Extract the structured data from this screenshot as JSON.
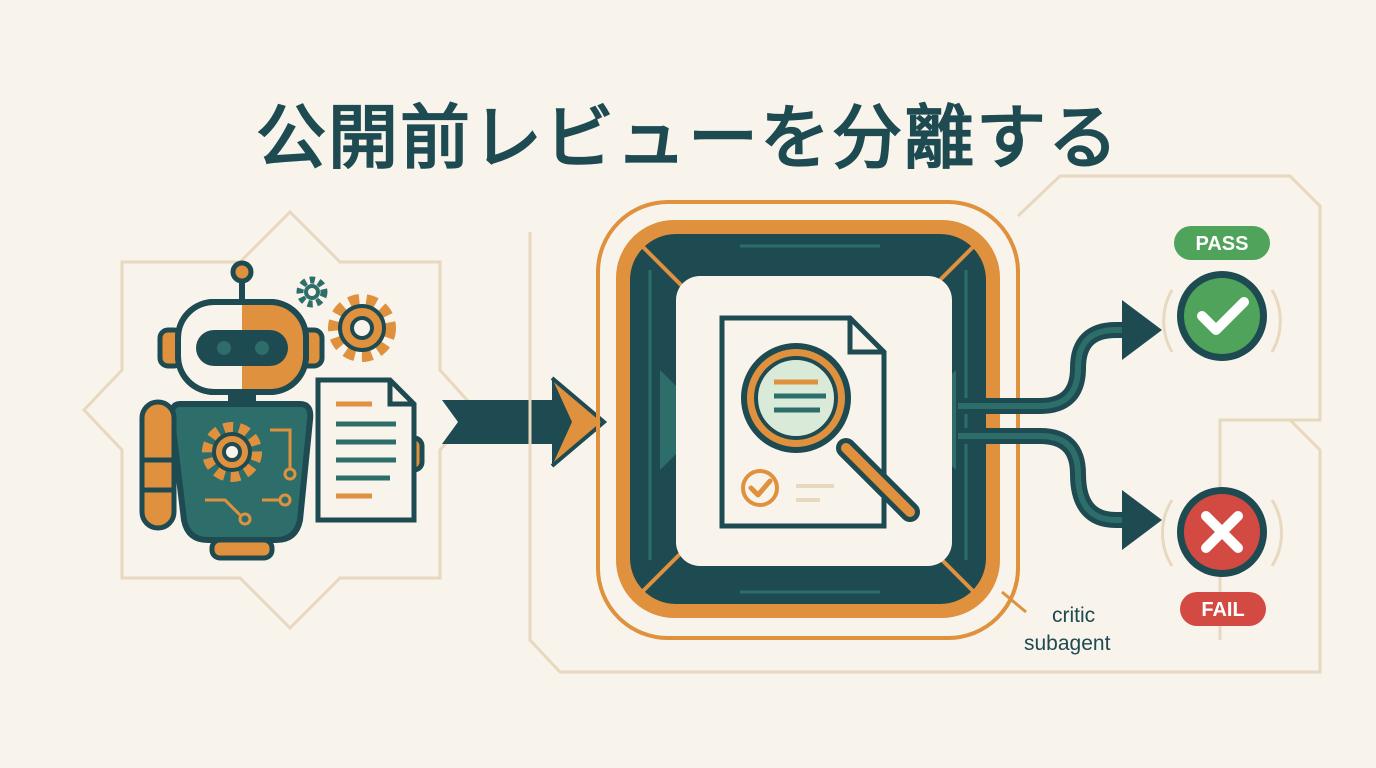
{
  "title": "公開前レビューを分離する",
  "reviewer_caption_line1": "critic",
  "reviewer_caption_line2": "subagent",
  "pass_label": "PASS",
  "fail_label": "FAIL",
  "colors": {
    "background": "#f8f4ec",
    "teal_dark": "#1e4a52",
    "teal": "#2e6e6a",
    "orange": "#e0913e",
    "pass_green": "#4fa35a",
    "fail_red": "#d24a42",
    "outline_beige": "#e8d8bf"
  },
  "icons": [
    "robot-icon",
    "gear-icon",
    "document-icon",
    "arrow-right-icon",
    "magnifier-icon",
    "checkmark-icon",
    "cross-icon"
  ]
}
